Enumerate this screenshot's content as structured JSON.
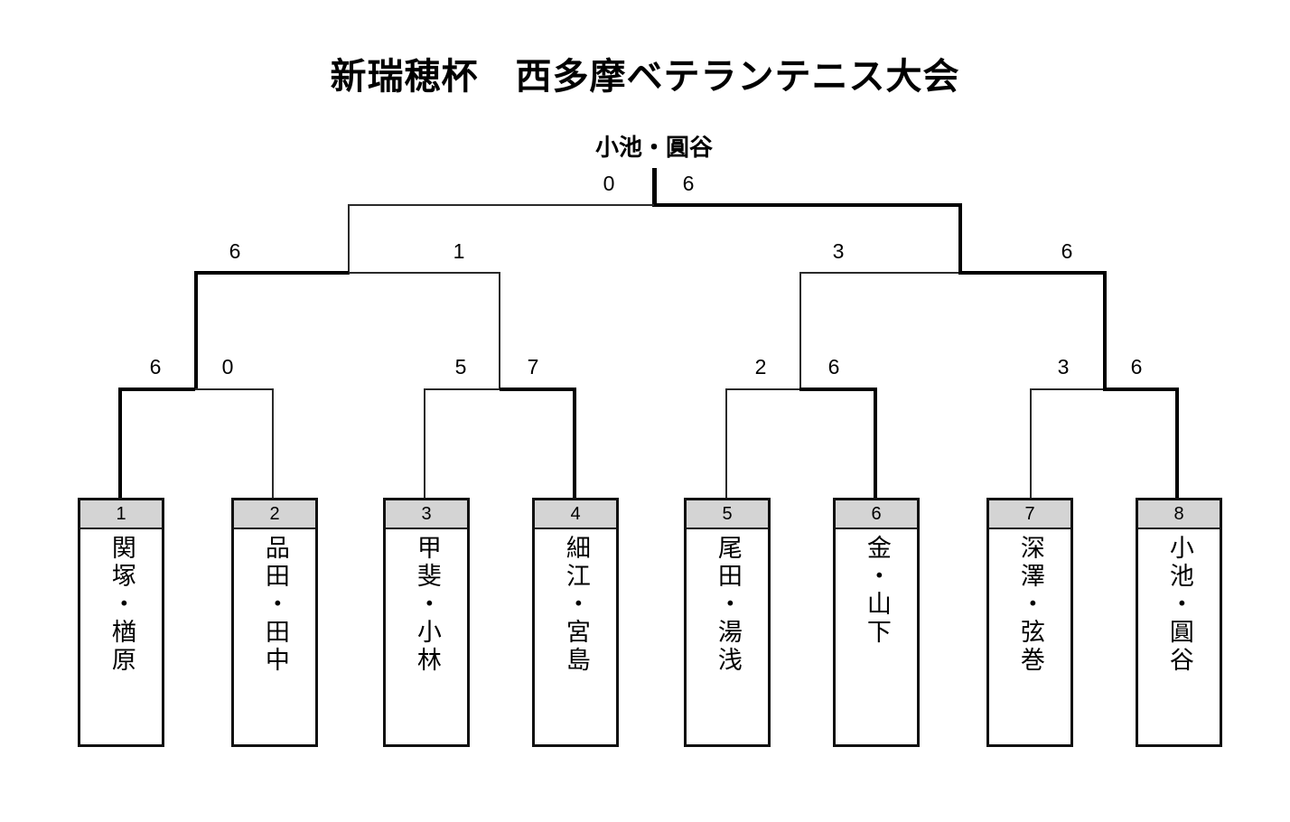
{
  "tournament": {
    "title": "新瑞穂杯　西多摩ベテランテニス大会",
    "champion": "小池・圓谷"
  },
  "colors": {
    "line": "#000000",
    "seed_header_bg": "#d4d4d4",
    "box_border": "#111111",
    "text": "#000000"
  },
  "entries": [
    {
      "seed": "1",
      "name": "関塚・楢原"
    },
    {
      "seed": "2",
      "name": "品田・田中"
    },
    {
      "seed": "3",
      "name": "甲斐・小林"
    },
    {
      "seed": "4",
      "name": "細江・宮島"
    },
    {
      "seed": "5",
      "name": "尾田・湯浅"
    },
    {
      "seed": "6",
      "name": "金・山下"
    },
    {
      "seed": "7",
      "name": "深澤・弦巻"
    },
    {
      "seed": "8",
      "name": "小池・圓谷"
    }
  ],
  "rounds": {
    "quarterfinals": [
      {
        "left_score": "6",
        "right_score": "0",
        "winner": "left",
        "left_entry": "1",
        "right_entry": "2"
      },
      {
        "left_score": "5",
        "right_score": "7",
        "winner": "right",
        "left_entry": "3",
        "right_entry": "4"
      },
      {
        "left_score": "2",
        "right_score": "6",
        "winner": "right",
        "left_entry": "5",
        "right_entry": "6"
      },
      {
        "left_score": "3",
        "right_score": "6",
        "winner": "right",
        "left_entry": "7",
        "right_entry": "8"
      }
    ],
    "semifinals": [
      {
        "left_score": "6",
        "right_score": "1",
        "winner": "left"
      },
      {
        "left_score": "3",
        "right_score": "6",
        "winner": "right"
      }
    ],
    "final": {
      "left_score": "0",
      "right_score": "6",
      "winner": "right"
    }
  },
  "chart_data": {
    "type": "table",
    "title": "新瑞穂杯　西多摩ベテランテニス大会",
    "categories": [
      "1",
      "2",
      "3",
      "4",
      "5",
      "6",
      "7",
      "8"
    ],
    "values": [
      "関塚・楢原",
      "品田・田中",
      "甲斐・小林",
      "細江・宮島",
      "尾田・湯浅",
      "金・山下",
      "深澤・弦巻",
      "小池・圓谷"
    ]
  }
}
